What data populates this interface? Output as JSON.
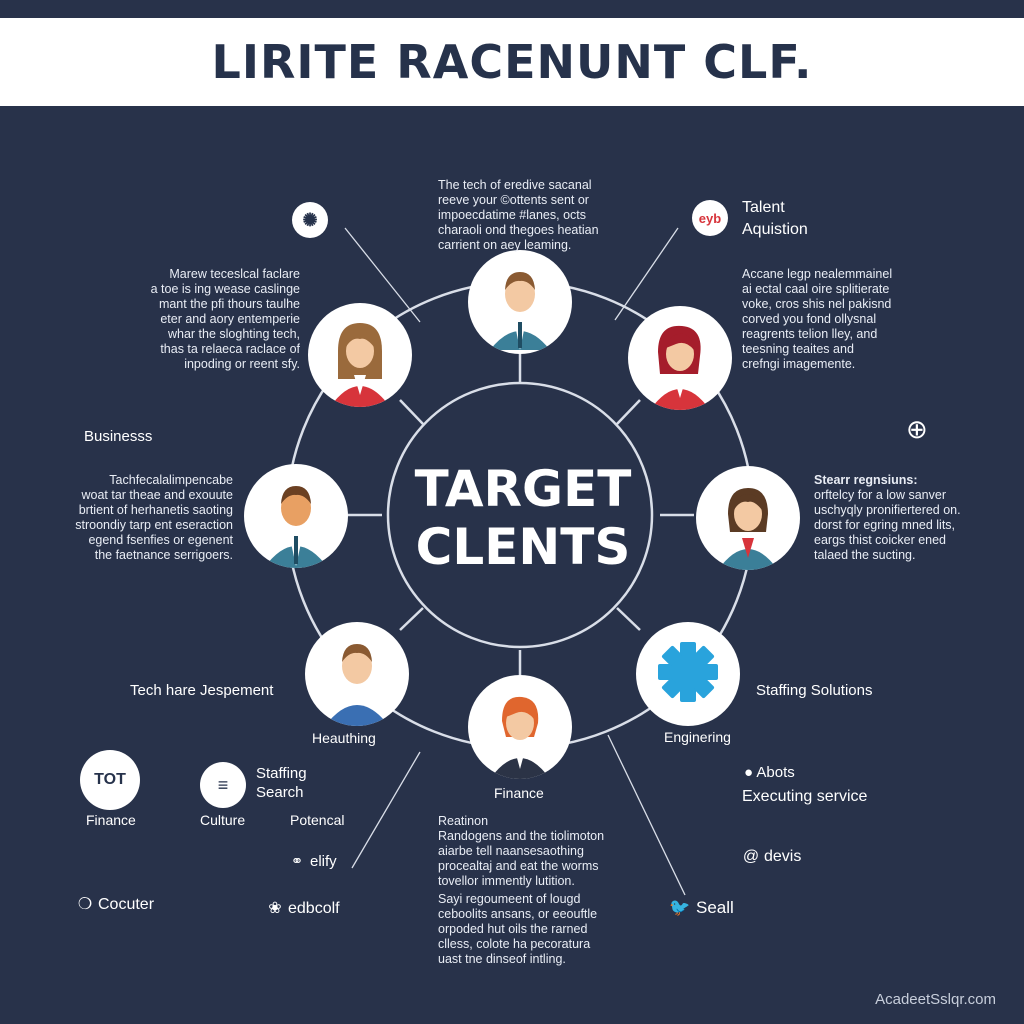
{
  "header": {
    "title": "LIRITE RACENUNT CLF."
  },
  "center": {
    "line1": "TARGET",
    "line2": "CLENTS"
  },
  "text_blocks": {
    "top_center": [
      "The tech of eredive sacanal",
      "reeve your ©ottents sent or",
      "impoecdatime #lanes, octs",
      "charaoli ond thegoes heatian",
      "carrient on aey leaming."
    ],
    "upper_left": [
      "Marew teceslcal faclare",
      "a toe is ing wease caslinge",
      "mant the pfi thours taulhe",
      "eter and aory entemperie",
      "whar the sloghting tech,",
      "thas ta relaeca raclace of",
      "inpoding or reent sfy."
    ],
    "upper_right": [
      "Accane legp nealemmainel",
      "ai ectal caal oire splitierate",
      "voke, cros shis nel pakisnd",
      "corved you fond ollysnal",
      "reagrents telion lley, and",
      "teesning teaites and",
      "crefngi imagemente."
    ],
    "mid_left": [
      "Tachfecalalimpencabe",
      "woat tar theae and exouute",
      "brtient of herhanetis saoting",
      "stroondiy tarp ent eseraction",
      "egend fsenfies or egenent",
      "the faetnance serrigoers."
    ],
    "mid_right": [
      "Stearr regnsiuns:",
      "orftelcy for a low sanver",
      "uschyqly pronifiertered on.",
      "dorst for egring mned lits,",
      "eargs thist coicker ened",
      "talaed the sucting."
    ],
    "bottom_center_a": [
      "Reatinon",
      "Randogens and the tiolimoton",
      "aiarbe tell naansesaothing",
      "procealtaj and eat the worms",
      "tovellor immently lutition."
    ],
    "bottom_center_b": [
      "Sayi regoumeent of lougd",
      "ceboolits ansans, or eeouftle",
      "orpoded hut oils the rarned",
      "clless, colote ha pecoratura",
      "uast tne dinseof intling."
    ]
  },
  "labels": {
    "talent": [
      "Talent",
      "Aquistion"
    ],
    "business": "Businesss",
    "tech_hare": "Tech hare Jespement",
    "staffing_solutions": "Staffing Solutions",
    "heauthing": "Heauthing",
    "engineering": "Enginering",
    "finance_node": "Finance",
    "finance_icon": "Finance",
    "culture": "Culture",
    "staffing_search": [
      "Staffing",
      "Search"
    ],
    "potencal": "Potencal",
    "elify": "elify",
    "cocuter": "Cocuter",
    "edbcolf": "edbcolf",
    "abots": "Abots",
    "executing": "Executing service",
    "devis": "devis",
    "seall": "Seall",
    "eyb_icon": "eyb",
    "tot_icon": "TOT"
  },
  "watermark": "AcadeetSslqr.com",
  "colors": {
    "background": "#28324a",
    "header_bg": "#ffffff",
    "header_text": "#26324b",
    "accent_red": "#d7343b",
    "accent_teal": "#3b7f98",
    "accent_blue": "#29a3dc",
    "line": "#d9dee8"
  },
  "icons": [
    "globe-icon",
    "eyb-badge-icon",
    "building-icon",
    "pin-icon",
    "gear-icon",
    "twitter-bird-icon",
    "at-icon",
    "bullet-icon"
  ]
}
